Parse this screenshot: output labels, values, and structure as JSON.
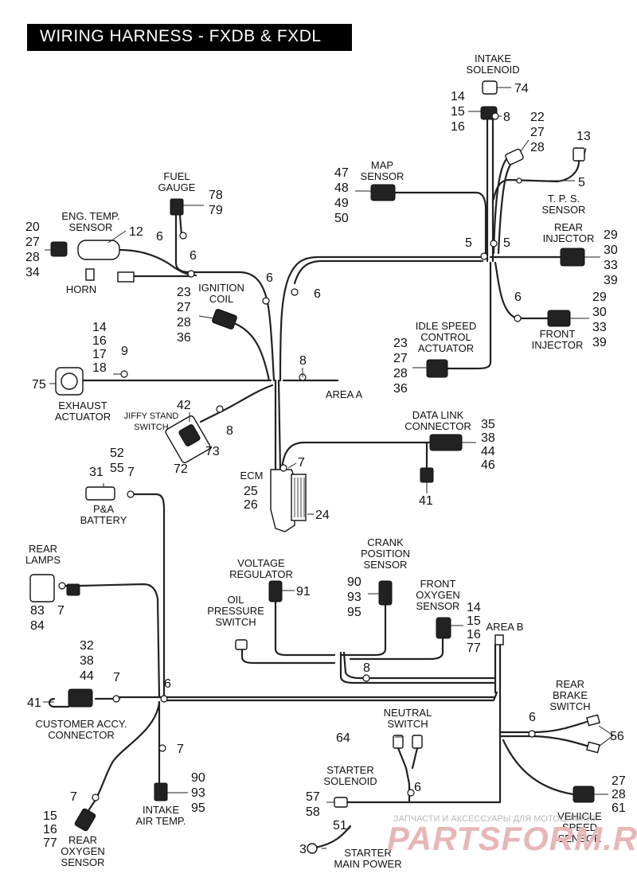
{
  "title": "WIRING HARNESS - FXDB & FXDL",
  "labels": {
    "intake_solenoid": [
      "INTAKE",
      "SOLENOID"
    ],
    "map_sensor": [
      "MAP",
      "SENSOR"
    ],
    "tps_sensor": [
      "T. P. S.",
      "SENSOR"
    ],
    "rear_injector": [
      "REAR",
      "INJECTOR"
    ],
    "front_injector": [
      "FRONT",
      "INJECTOR"
    ],
    "fuel_gauge": [
      "FUEL",
      "GAUGE"
    ],
    "eng_temp_sensor": [
      "ENG. TEMP.",
      "SENSOR"
    ],
    "horn": [
      "HORN"
    ],
    "ignition_coil": [
      "IGNITION",
      "COIL"
    ],
    "idle_speed_control_actuator": [
      "IDLE SPEED",
      "CONTROL",
      "ACTUATOR"
    ],
    "exhaust_actuator": [
      "EXHAUST",
      "ACTUATOR"
    ],
    "area_a": [
      "AREA A"
    ],
    "jiffy_stand_switch": [
      "JIFFY STAND",
      "SWITCH"
    ],
    "data_link_connector": [
      "DATA LINK",
      "CONNECTOR"
    ],
    "ecm": [
      "ECM"
    ],
    "pa_battery": [
      "P&A",
      "BATTERY"
    ],
    "rear_lamps": [
      "REAR",
      "LAMPS"
    ],
    "voltage_regulator": [
      "VOLTAGE",
      "REGULATOR"
    ],
    "crank_position_sensor": [
      "CRANK",
      "POSITION",
      "SENSOR"
    ],
    "front_oxygen_sensor": [
      "FRONT",
      "OXYGEN",
      "SENSOR"
    ],
    "oil_pressure_switch": [
      "OIL",
      "PRESSURE",
      "SWITCH"
    ],
    "area_b": [
      "AREA B"
    ],
    "customer_accy_connector": [
      "CUSTOMER ACCY.",
      "CONNECTOR"
    ],
    "rear_brake_switch": [
      "REAR",
      "BRAKE",
      "SWITCH"
    ],
    "neutral_switch": [
      "NEUTRAL",
      "SWITCH"
    ],
    "starter_solenoid": [
      "STARTER",
      "SOLENOID"
    ],
    "intake_air_temp": [
      "INTAKE",
      "AIR TEMP."
    ],
    "rear_oxygen_sensor": [
      "REAR",
      "OXYGEN",
      "SENSOR"
    ],
    "vehicle_speed_sensor": [
      "VEHICLE",
      "SPEED",
      "SENSOR"
    ],
    "starter_main_power": [
      "STARTER",
      "MAIN POWER"
    ]
  },
  "callouts": {
    "intake_solenoid": [
      "74"
    ],
    "intake_solenoid_conn": [
      "14",
      "15",
      "16"
    ],
    "intake_solenoid_clip": [
      "8"
    ],
    "map_conn_wire": [
      "22",
      "27",
      "28"
    ],
    "tps": [
      "13"
    ],
    "tps_clip": [
      "5"
    ],
    "map_sensor": [
      "47",
      "48",
      "49",
      "50"
    ],
    "clip_5_left": [
      "5"
    ],
    "clip_5_right": [
      "5"
    ],
    "rear_injector": [
      "29",
      "30",
      "33",
      "39"
    ],
    "front_injector_clip": [
      "6"
    ],
    "front_injector": [
      "29",
      "30",
      "33",
      "39"
    ],
    "fuel_gauge": [
      "78",
      "79"
    ],
    "fuel_gauge_clip": [
      "6"
    ],
    "eng_temp_left": [
      "20",
      "27",
      "28",
      "34"
    ],
    "eng_temp_sensor": [
      "12"
    ],
    "eng_temp_clip": [
      "6"
    ],
    "harness_clip_a": [
      "6"
    ],
    "harness_clip_b": [
      "6"
    ],
    "ignition_coil": [
      "23",
      "27",
      "28",
      "36"
    ],
    "idle_speed": [
      "23",
      "27",
      "28",
      "36"
    ],
    "exhaust_wire": [
      "14",
      "16",
      "17",
      "18"
    ],
    "exhaust_clip": [
      "9"
    ],
    "exhaust_actuator": [
      "75"
    ],
    "area_a_clip": [
      "8"
    ],
    "jiffy_top": [
      "42"
    ],
    "jiffy_clip": [
      "8"
    ],
    "jiffy_switch": [
      "73"
    ],
    "jiffy_bottom": [
      "72"
    ],
    "data_link": [
      "35",
      "38",
      "44",
      "46"
    ],
    "data_link_cap": [
      "41"
    ],
    "ecm_clip": [
      "7"
    ],
    "ecm_parts": [
      "25",
      "26"
    ],
    "ecm_connector": [
      "24"
    ],
    "pa_battery_top": [
      "52",
      "55"
    ],
    "pa_battery_left": [
      "31"
    ],
    "pa_battery_clip": [
      "7"
    ],
    "rear_lamps": [
      "83",
      "84"
    ],
    "rear_lamps_clip": [
      "7"
    ],
    "voltage_regulator": [
      "91"
    ],
    "crank_position": [
      "90",
      "93",
      "95"
    ],
    "front_oxygen": [
      "14",
      "15",
      "16",
      "77"
    ],
    "center_clip": [
      "8"
    ],
    "customer_accy_top": [
      "32",
      "38",
      "44"
    ],
    "customer_accy_left": [
      "41"
    ],
    "customer_accy_clip": [
      "7"
    ],
    "main_junction_clip": [
      "6"
    ],
    "lower_clip": [
      "7"
    ],
    "rear_brake_clip": [
      "6"
    ],
    "rear_brake_switch": [
      "56"
    ],
    "neutral_switch": [
      "64"
    ],
    "neutral_clip": [
      "6"
    ],
    "starter_solenoid": [
      "57",
      "58"
    ],
    "starter_main_power": [
      "3"
    ],
    "starter_cable": [
      "51"
    ],
    "intake_air_temp": [
      "90",
      "93",
      "95"
    ],
    "rear_oxygen_clip": [
      "7"
    ],
    "rear_oxygen_sensor": [
      "15",
      "16",
      "77"
    ],
    "vehicle_speed_sensor": [
      "27",
      "28",
      "61"
    ]
  },
  "watermark": {
    "text": "ЗАПЧАСТИ И АКСЕССУАРЫ ДЛЯ МОТОЦИКЛОВ",
    "logo": "PARTSFORM.RU"
  },
  "colors": {
    "title_bg": "#000000",
    "title_fg": "#ffffff",
    "line": "#222222",
    "watermark_logo": "#e7b7b7"
  }
}
